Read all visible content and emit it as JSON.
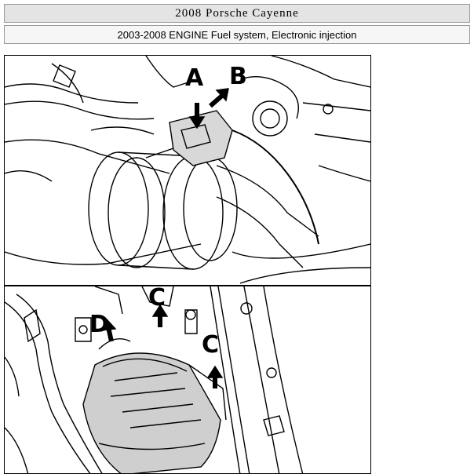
{
  "header": {
    "title": "2008 Porsche Cayenne",
    "subtitle": "2003-2008 ENGINE Fuel system, Electronic injection"
  },
  "figure": {
    "callouts": {
      "a": "A",
      "b": "B",
      "c1": "C",
      "c2": "C",
      "d": "D"
    }
  }
}
